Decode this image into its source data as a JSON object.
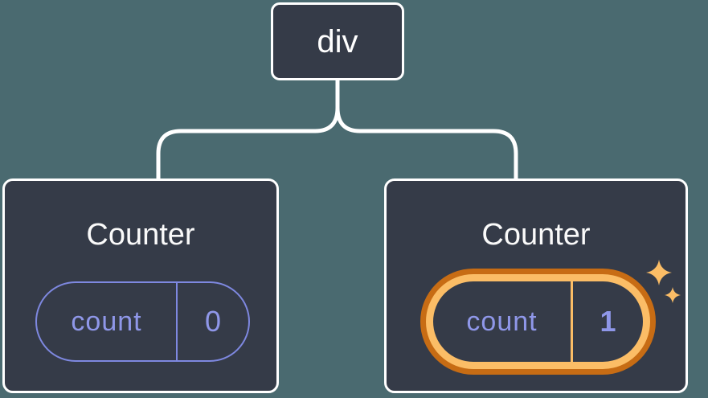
{
  "diagram": {
    "background_color": "#4a6a70",
    "node_fill": "#353b48",
    "node_border": "#ffffff",
    "purple": "#7e88e0",
    "purple_text": "#8f97e9",
    "orange_dark": "#c76c14",
    "orange_light": "#fbbd66",
    "root": {
      "label": "div"
    },
    "children": [
      {
        "title": "Counter",
        "state_name": "count",
        "state_value": "0",
        "highlighted": false
      },
      {
        "title": "Counter",
        "state_name": "count",
        "state_value": "1",
        "highlighted": true,
        "badge_icon": "sparkles-icon"
      }
    ]
  }
}
